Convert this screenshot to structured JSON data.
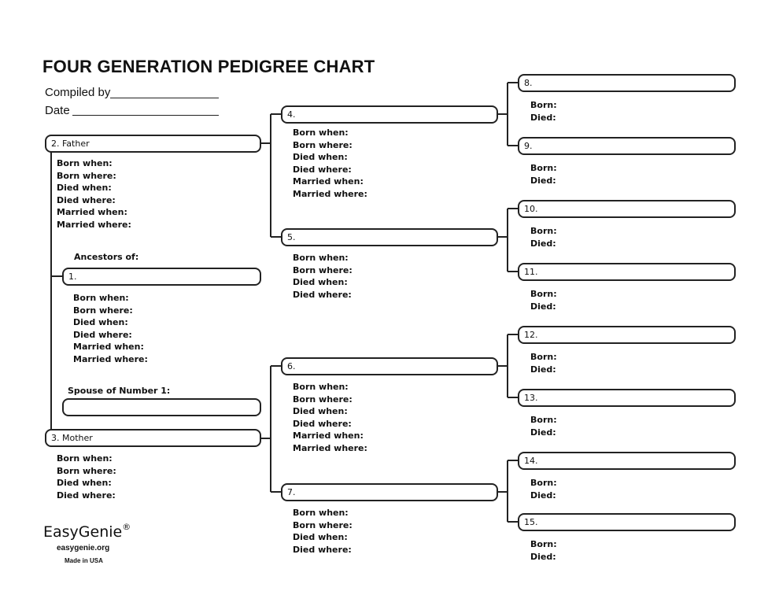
{
  "title": "FOUR GENERATION PEDIGREE CHART",
  "compiled_by_label": "Compiled by",
  "date_label": "Date",
  "ancestors_label": "Ancestors of:",
  "spouse_label": "Spouse of Number 1:",
  "brand": {
    "name": "EasyGenie",
    "mark": "®",
    "website": "easygenie.org",
    "made_in": "Made in USA"
  },
  "persons": {
    "p1": {
      "label": "1.",
      "fields": [
        "Born when:",
        "Born where:",
        "Died when:",
        "Died where:",
        "Married when:",
        "Married where:"
      ]
    },
    "p2": {
      "label": "2. Father",
      "fields": [
        "Born when:",
        "Born where:",
        "Died when:",
        "Died where:",
        "Married when:",
        "Married where:"
      ]
    },
    "p3": {
      "label": "3. Mother",
      "fields": [
        "Born when:",
        "Born where:",
        "Died when:",
        "Died where:"
      ]
    },
    "p4": {
      "label": "4.",
      "fields": [
        "Born when:",
        "Born where:",
        "Died when:",
        "Died where:",
        "Married when:",
        "Married where:"
      ]
    },
    "p5": {
      "label": "5.",
      "fields": [
        "Born when:",
        "Born where:",
        "Died when:",
        "Died where:"
      ]
    },
    "p6": {
      "label": "6.",
      "fields": [
        "Born when:",
        "Born where:",
        "Died when:",
        "Died where:",
        "Married when:",
        "Married where:"
      ]
    },
    "p7": {
      "label": "7.",
      "fields": [
        "Born when:",
        "Born where:",
        "Died when:",
        "Died where:"
      ]
    },
    "p8": {
      "label": "8.",
      "fields": [
        "Born:",
        "Died:"
      ]
    },
    "p9": {
      "label": "9.",
      "fields": [
        "Born:",
        "Died:"
      ]
    },
    "p10": {
      "label": "10.",
      "fields": [
        "Born:",
        "Died:"
      ]
    },
    "p11": {
      "label": "11.",
      "fields": [
        "Born:",
        "Died:"
      ]
    },
    "p12": {
      "label": "12.",
      "fields": [
        "Born:",
        "Died:"
      ]
    },
    "p13": {
      "label": "13.",
      "fields": [
        "Born:",
        "Died:"
      ]
    },
    "p14": {
      "label": "14.",
      "fields": [
        "Born:",
        "Died:"
      ]
    },
    "p15": {
      "label": "15.",
      "fields": [
        "Born:",
        "Died:"
      ]
    }
  }
}
